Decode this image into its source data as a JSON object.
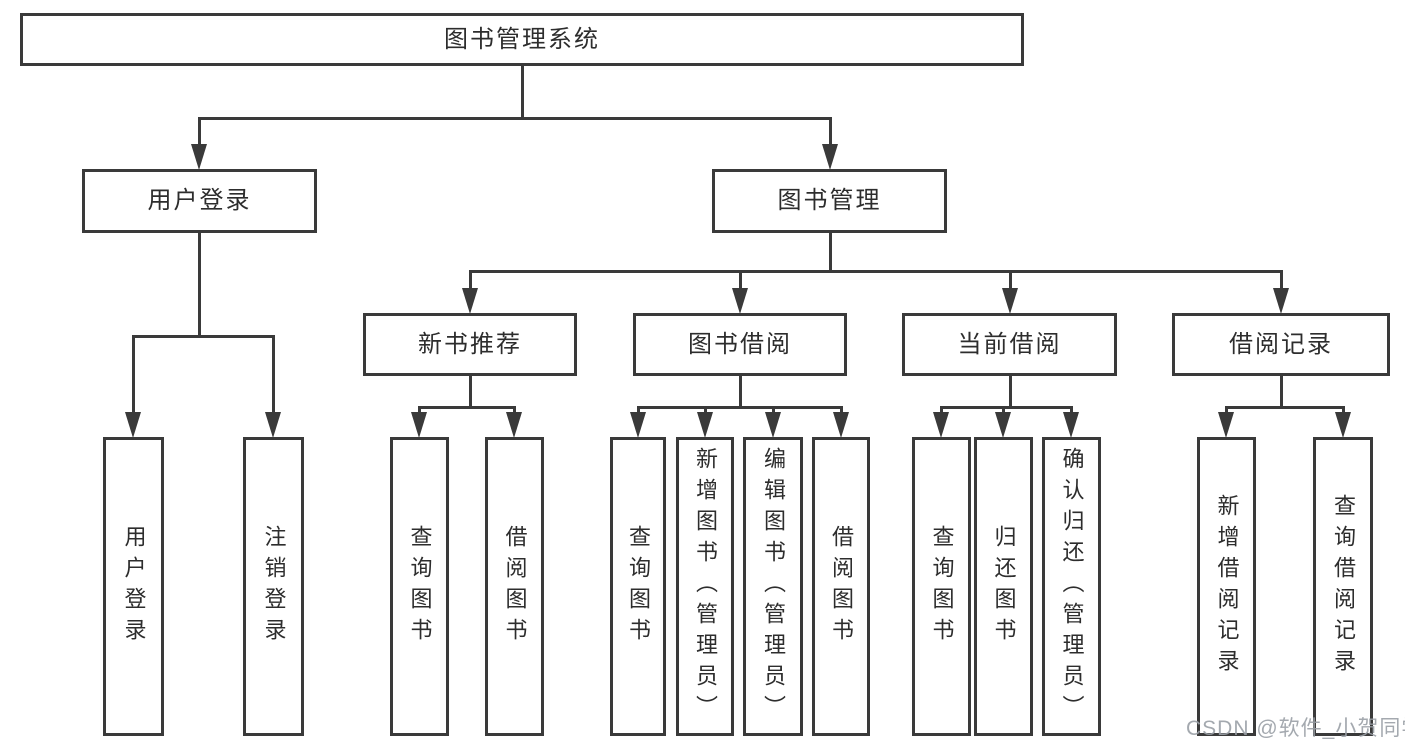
{
  "diagram": {
    "type": "hierarchy-tree",
    "root": {
      "label": "图书管理系统"
    },
    "branches": [
      {
        "label": "用户登录",
        "children": [
          {
            "label": "用户登录"
          },
          {
            "label": "注销登录"
          }
        ]
      },
      {
        "label": "图书管理",
        "children": [
          {
            "label": "新书推荐",
            "children": [
              {
                "label": "查询图书"
              },
              {
                "label": "借阅图书"
              }
            ]
          },
          {
            "label": "图书借阅",
            "children": [
              {
                "label": "查询图书"
              },
              {
                "label": "新增图书（管理员）"
              },
              {
                "label": "编辑图书（管理员）"
              },
              {
                "label": "借阅图书"
              }
            ]
          },
          {
            "label": "当前借阅",
            "children": [
              {
                "label": "查询图书"
              },
              {
                "label": "归还图书"
              },
              {
                "label": "确认归还（管理员）"
              }
            ]
          },
          {
            "label": "借阅记录",
            "children": [
              {
                "label": "新增借阅记录"
              },
              {
                "label": "查询借阅记录"
              }
            ]
          }
        ]
      }
    ]
  },
  "watermark": {
    "text": "CSDN @软件_小贺同学"
  },
  "colors": {
    "line": "#3a3a3a",
    "text": "#2d2d2d",
    "background": "#ffffff",
    "watermark": "#9aa0a6"
  }
}
